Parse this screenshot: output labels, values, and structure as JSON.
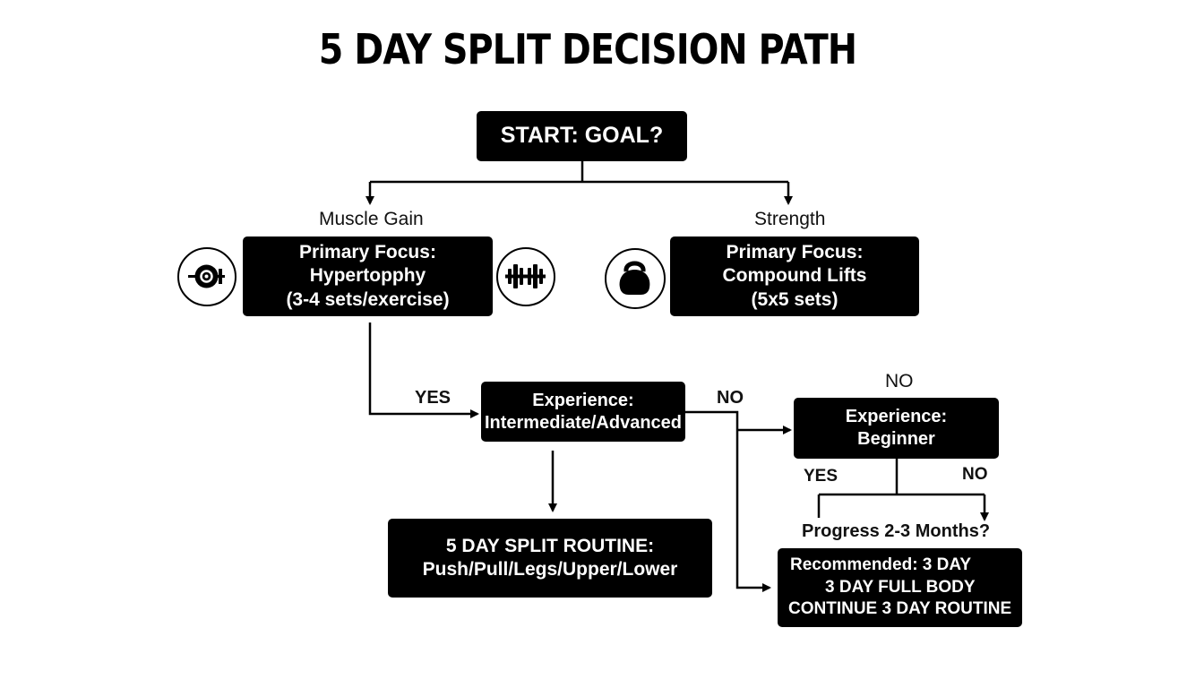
{
  "title": "5 DAY SPLIT DECISION PATH",
  "nodes": {
    "start": "START: GOAL?",
    "hypertrophy": [
      "Primary Focus:",
      "Hypertopphy",
      "(3-4 sets/exercise)"
    ],
    "compound": [
      "Primary Focus:",
      "Compound Lifts",
      "(5x5 sets)"
    ],
    "experience_advanced": [
      "Experience:",
      "Intermediate/Advanced"
    ],
    "experience_beginner": [
      "Experience:",
      "Beginner"
    ],
    "split_routine": [
      "5 DAY SPLIT ROUTINE:",
      "Push/Pull/Legs/Upper/Lower"
    ],
    "recommended": [
      "Recommended: 3 DAY",
      "3 DAY FULL BODY",
      "CONTINUE 3 DAY ROUTINE"
    ]
  },
  "labels": {
    "muscle_gain": "Muscle Gain",
    "strength": "Strength",
    "yes_to_experience": "YES",
    "no_from_experience": "NO",
    "no_above_beginner": "NO",
    "yes_beginner": "YES",
    "no_beginner": "NO",
    "progress_question": "Progress 2-3 Months?"
  },
  "icons": {
    "left": "weight-plate-icon",
    "middle": "dumbbell-icon",
    "right": "kettlebell-icon"
  }
}
